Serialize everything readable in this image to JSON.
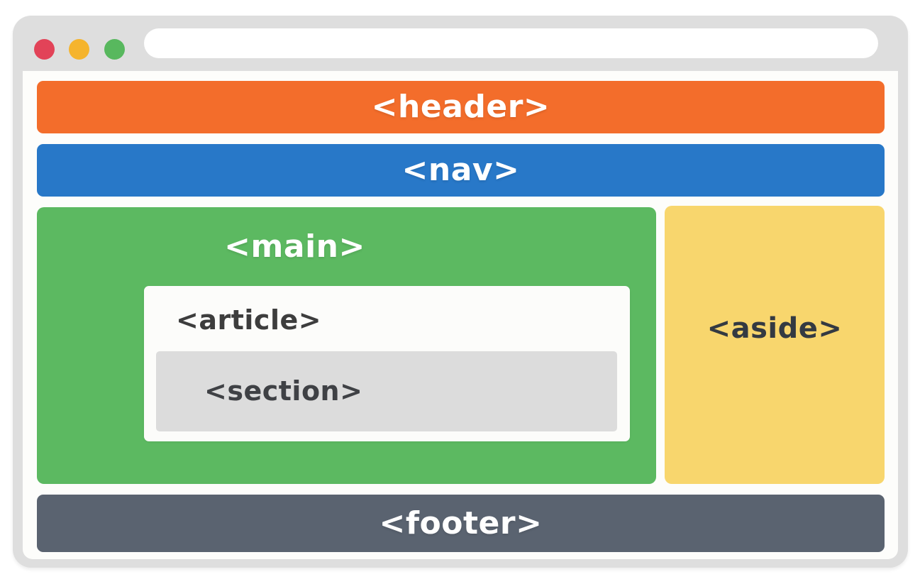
{
  "title": "HTML5 semantic page layout diagram inside a browser window mockup",
  "browser": {
    "traffic_lights": [
      {
        "name": "close",
        "color": "#e24358"
      },
      {
        "name": "minimize",
        "color": "#f5b42d"
      },
      {
        "name": "maximize",
        "color": "#58b85e"
      }
    ],
    "chrome_color": "#dedede",
    "url_bar": {
      "value": "",
      "placeholder": ""
    }
  },
  "blocks": {
    "header": {
      "label": "<header>",
      "color": "#f36d2b",
      "text_color": "#ffffff"
    },
    "nav": {
      "label": "<nav>",
      "color": "#2878c8",
      "text_color": "#ffffff"
    },
    "main": {
      "label": "<main>",
      "color": "#5cb961",
      "text_color": "#ffffff"
    },
    "article": {
      "label": "<article>",
      "color": "#fcfcfa",
      "text_color": "#3d3d3d"
    },
    "section": {
      "label": "<section>",
      "color": "#dcdcdc",
      "text_color": "#3f4145"
    },
    "aside": {
      "label": "<aside>",
      "color": "#f8d66d",
      "text_color": "#343a42"
    },
    "footer": {
      "label": "<footer>",
      "color": "#5a6370",
      "text_color": "#ffffff"
    }
  }
}
